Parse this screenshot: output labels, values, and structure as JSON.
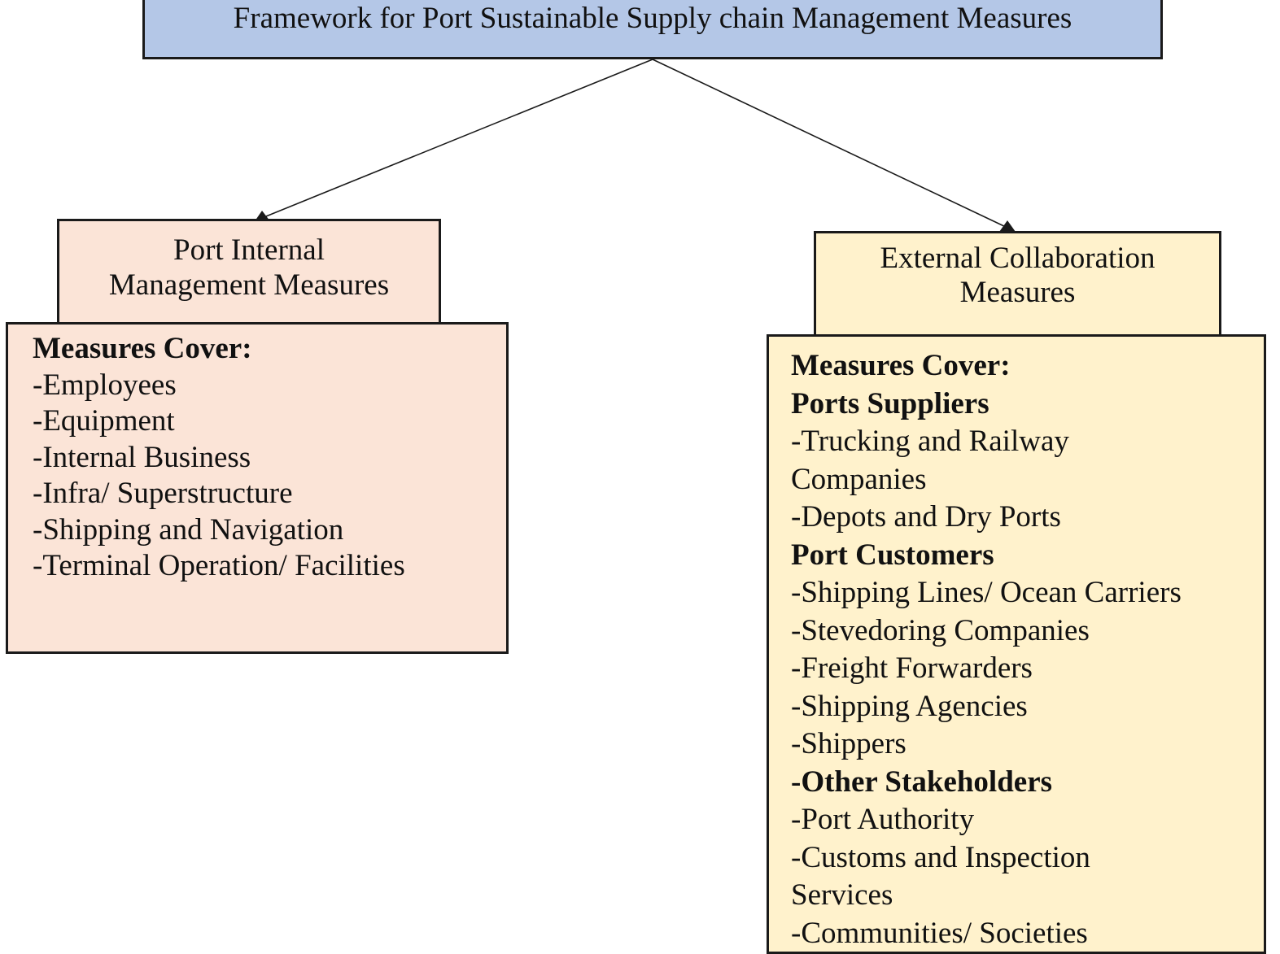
{
  "title": "Framework for Port Sustainable Supply chain Management Measures",
  "internal": {
    "heading": [
      "Port Internal",
      "Management Measures"
    ],
    "cover_label": "Measures Cover:",
    "items": [
      "-Employees",
      "-Equipment",
      "-Internal Business",
      "-Infra/ Superstructure",
      "-Shipping and Navigation",
      "-Terminal Operation/ Facilities"
    ]
  },
  "external": {
    "heading": [
      "External Collaboration",
      "Measures"
    ],
    "cover_label": "Measures Cover:",
    "suppliers_label": "Ports Suppliers",
    "suppliers_items": [
      "-Trucking and  Railway",
      "Companies",
      "-Depots and Dry Ports"
    ],
    "customers_label": "Port Customers",
    "customers_items": [
      "-Shipping Lines/ Ocean Carriers",
      "-Stevedoring Companies",
      "-Freight Forwarders",
      "-Shipping Agencies",
      "-Shippers"
    ],
    "stakeholders_prefix": "-",
    "stakeholders_label": "Other Stakeholders",
    "stakeholders_items": [
      "-Port Authority",
      "-Customs and Inspection",
      "Services",
      "-Communities/ Societies"
    ]
  },
  "colors": {
    "title_fill": "#b4c7e7",
    "internal_fill": "#fbe4d7",
    "external_fill": "#fff2cc"
  }
}
